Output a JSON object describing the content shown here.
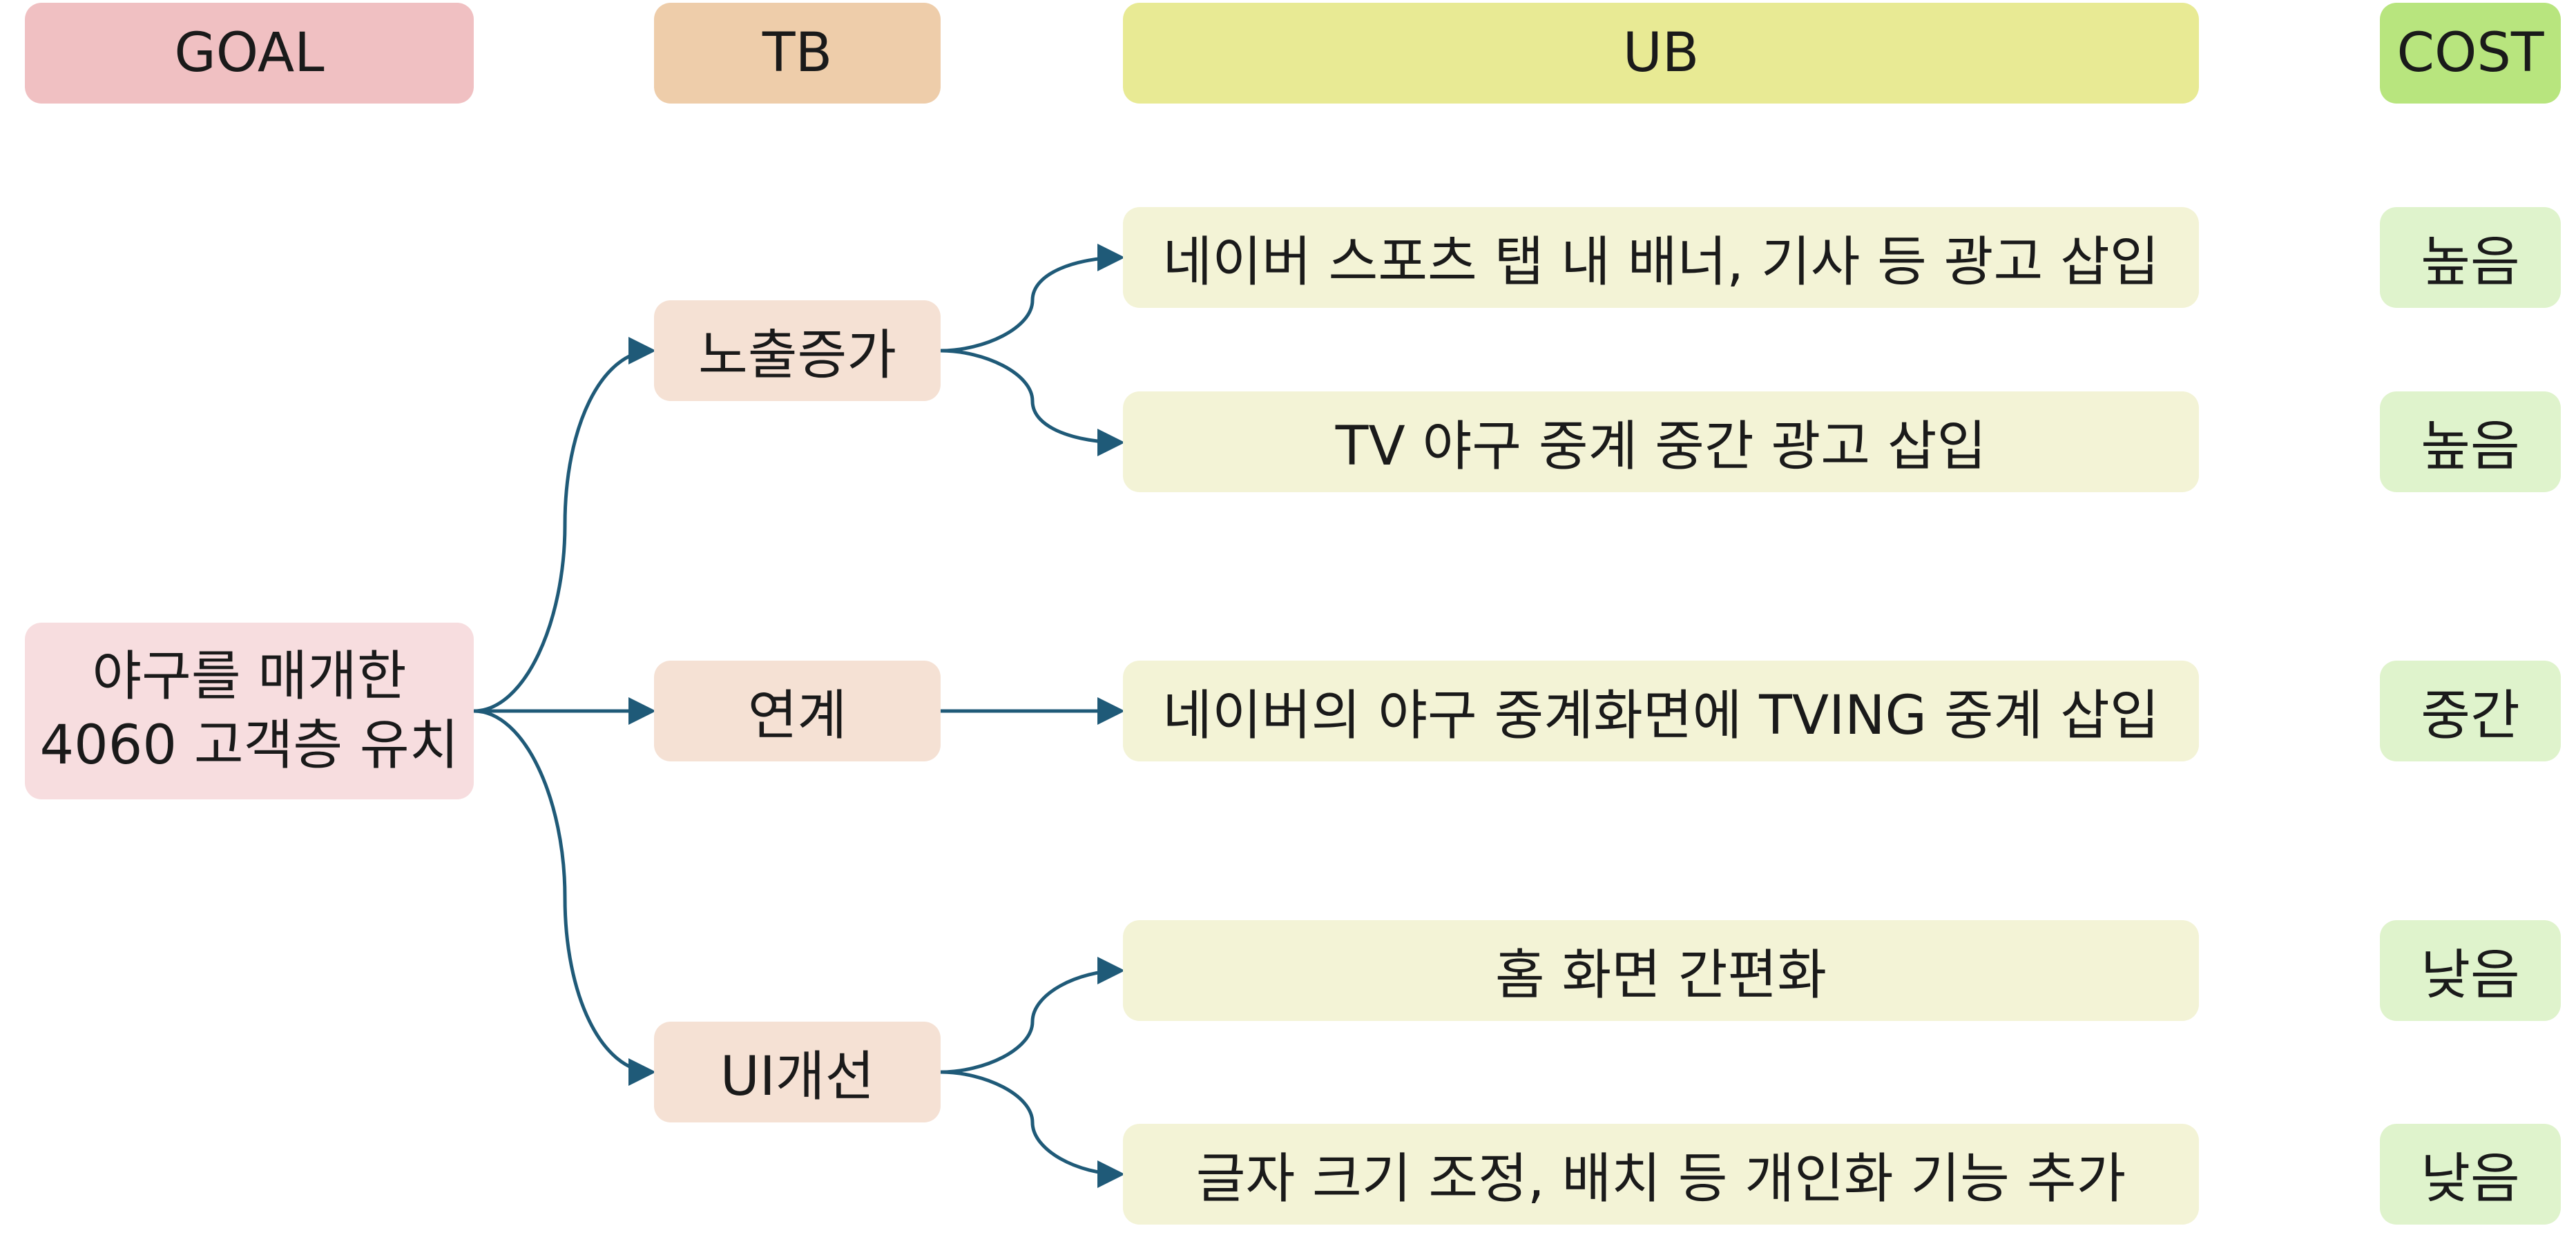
{
  "headers": {
    "goal": "GOAL",
    "tb": "TB",
    "ub": "UB",
    "cost": "COST"
  },
  "goal": {
    "line1": "야구를 매개한",
    "line2": "4060 고객층 유치"
  },
  "tb": [
    "노출증가",
    "연계",
    "UI개선"
  ],
  "ub": [
    "네이버 스포츠 탭 내 배너, 기사 등 광고 삽입",
    "TV 야구 중계 중간 광고 삽입",
    "네이버의 야구 중계화면에 TVING 중계 삽입",
    "홈 화면 간편화",
    "글자 크기 조정, 배치 등 개인화 기능 추가"
  ],
  "cost": [
    "높음",
    "높음",
    "중간",
    "낮음",
    "낮음"
  ],
  "colors": {
    "goal_header": "#f0c0c2",
    "tb_header": "#eecdaa",
    "ub_header": "#e8ea94",
    "cost_header": "#b8e57e",
    "goal_node": "#f7dddf",
    "tb_node": "#f5e1d4",
    "ub_node": "#f3f3d6",
    "cost_node": "#dff3cc",
    "connector": "#1f5a78"
  }
}
